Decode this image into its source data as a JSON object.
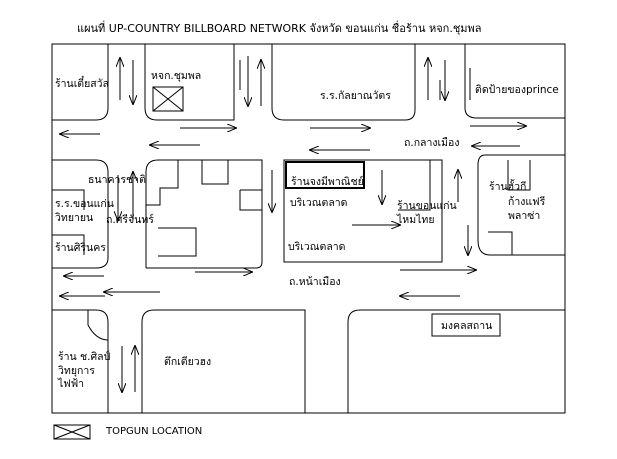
{
  "title": "แผนที่ UP-COUNTRY BILLBOARD NETWORK จังหวัด ขอนแก่น ชื่อร้าน หจก.ชุมพล",
  "legend": {
    "label": "TOPGUN LOCATION",
    "marker_icon": "crossed-box-icon"
  },
  "places": {
    "shop_tiao_sawat": "ร้านเตี๋ยสวัส",
    "hjk_chumphon": "หจก.ชุมพล",
    "school_kanlaya": "ร.ร.กัลยาณวัตร",
    "sign_prince": "ติดป้ายของprince",
    "road_klang_mueang": "ถ.กลางเมือง",
    "thanakhan_chat": "ธนาคารชาติ",
    "school_khonkaen_1": "ร.ร.ขอนแก่น",
    "school_khonkaen_2": "วิทยายน",
    "road_srichan": "ถ.ศรีจันทร์",
    "shop_sirinakhon": "ร้านศิรินคร",
    "shop_chongmi": "ร้านจงมีพาณิชย์",
    "market_area_1": "บริเวณตลาด",
    "market_area_2": "บริเวณตลาด",
    "shop_khonkaen_1": "ร้านขอนแก่น",
    "shop_khonkaen_2": "ไหมไทย",
    "shop_huaki": "ร้านฮั้วกี",
    "kang_free_1": "ก้างแฟรี",
    "kang_free_2": "พลาซ่า",
    "road_na_mueang": "ถ.หน้าเมือง",
    "mongkhon_sathan": "มงคลสถาน",
    "shop_silp_1": "ร้าน ช.ศิลป์",
    "shop_silp_2": "วิทยุการ",
    "shop_silp_3": "ไฟฟ้า",
    "tuek_tiao_hong": "ตึกเตียวฮง"
  },
  "colors": {
    "line": "#000000",
    "background": "#ffffff"
  }
}
